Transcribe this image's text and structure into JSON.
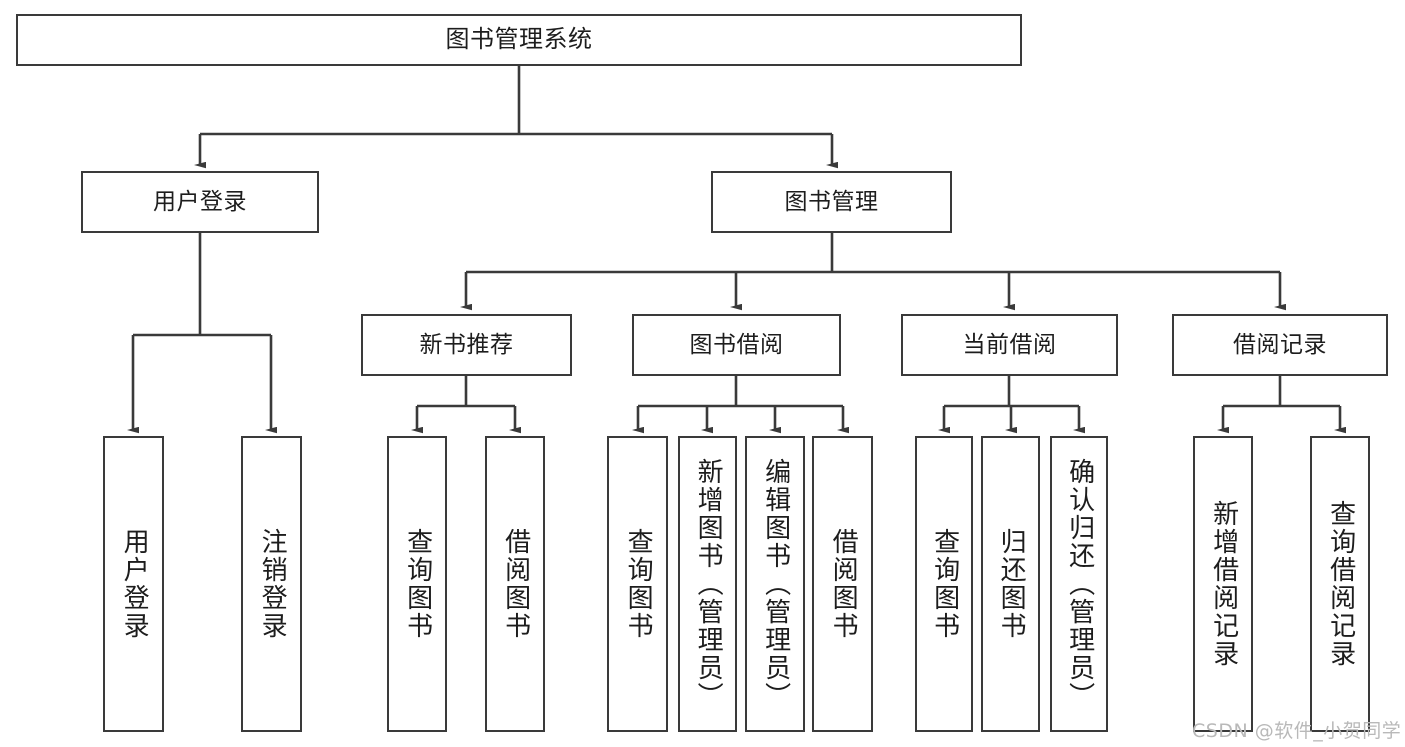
{
  "diagram": {
    "type": "tree-hierarchy",
    "title": "图书管理系统",
    "background_color": "#ffffff",
    "line_color": "#3a3a3a",
    "text_color": "#1d1d1d",
    "root": {
      "id": "root",
      "label": "图书管理系统"
    },
    "level2": [
      {
        "id": "user-login",
        "label": "用户登录"
      },
      {
        "id": "book-manage",
        "label": "图书管理"
      }
    ],
    "level3": [
      {
        "id": "new-book-recommend",
        "label": "新书推荐",
        "parent": "book-manage"
      },
      {
        "id": "book-borrow",
        "label": "图书借阅",
        "parent": "book-manage"
      },
      {
        "id": "current-borrow",
        "label": "当前借阅",
        "parent": "book-manage"
      },
      {
        "id": "borrow-record",
        "label": "借阅记录",
        "parent": "book-manage"
      }
    ],
    "leaves": {
      "user-login": [
        {
          "id": "leaf-user-login",
          "label": "用户登录"
        },
        {
          "id": "leaf-user-logout",
          "label": "注销登录"
        }
      ],
      "new-book-recommend": [
        {
          "id": "leaf-query-book-1",
          "label": "查询图书"
        },
        {
          "id": "leaf-borrow-book-1",
          "label": "借阅图书"
        }
      ],
      "book-borrow": [
        {
          "id": "leaf-query-book-2",
          "label": "查询图书"
        },
        {
          "id": "leaf-add-book",
          "label": "新增图书（管理员）"
        },
        {
          "id": "leaf-edit-book",
          "label": "编辑图书（管理员）"
        },
        {
          "id": "leaf-borrow-book-2",
          "label": "借阅图书"
        }
      ],
      "current-borrow": [
        {
          "id": "leaf-query-book-3",
          "label": "查询图书"
        },
        {
          "id": "leaf-return-book",
          "label": "归还图书"
        },
        {
          "id": "leaf-confirm-return",
          "label": "确认归还（管理员）"
        }
      ],
      "borrow-record": [
        {
          "id": "leaf-add-record",
          "label": "新增借阅记录"
        },
        {
          "id": "leaf-query-record",
          "label": "查询借阅记录"
        }
      ]
    }
  },
  "watermark": {
    "text": "CSDN @软件_小贺同学"
  }
}
